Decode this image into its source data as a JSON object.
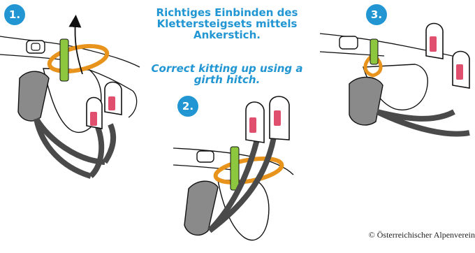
{
  "steps": {
    "step_1": "1.",
    "step_2": "2.",
    "step_3": "3."
  },
  "caption_de": {
    "line_1": "Richtiges Einbinden des",
    "line_2": "Klettersteigsets mittels",
    "line_3": "Ankerstich."
  },
  "caption_en": {
    "line_1": "Correct kitting up using a",
    "line_2": "girth hitch."
  },
  "copyright": "© Österreichischer Alpenverein",
  "colors": {
    "accent_blue": "#2196d3",
    "sling_orange": "#e8941c",
    "tape_green": "#8dc63f",
    "carabiner_pink": "#e0506e",
    "lanyard_grey": "#4a4a4a",
    "pad_grey": "#8a8a8a"
  }
}
